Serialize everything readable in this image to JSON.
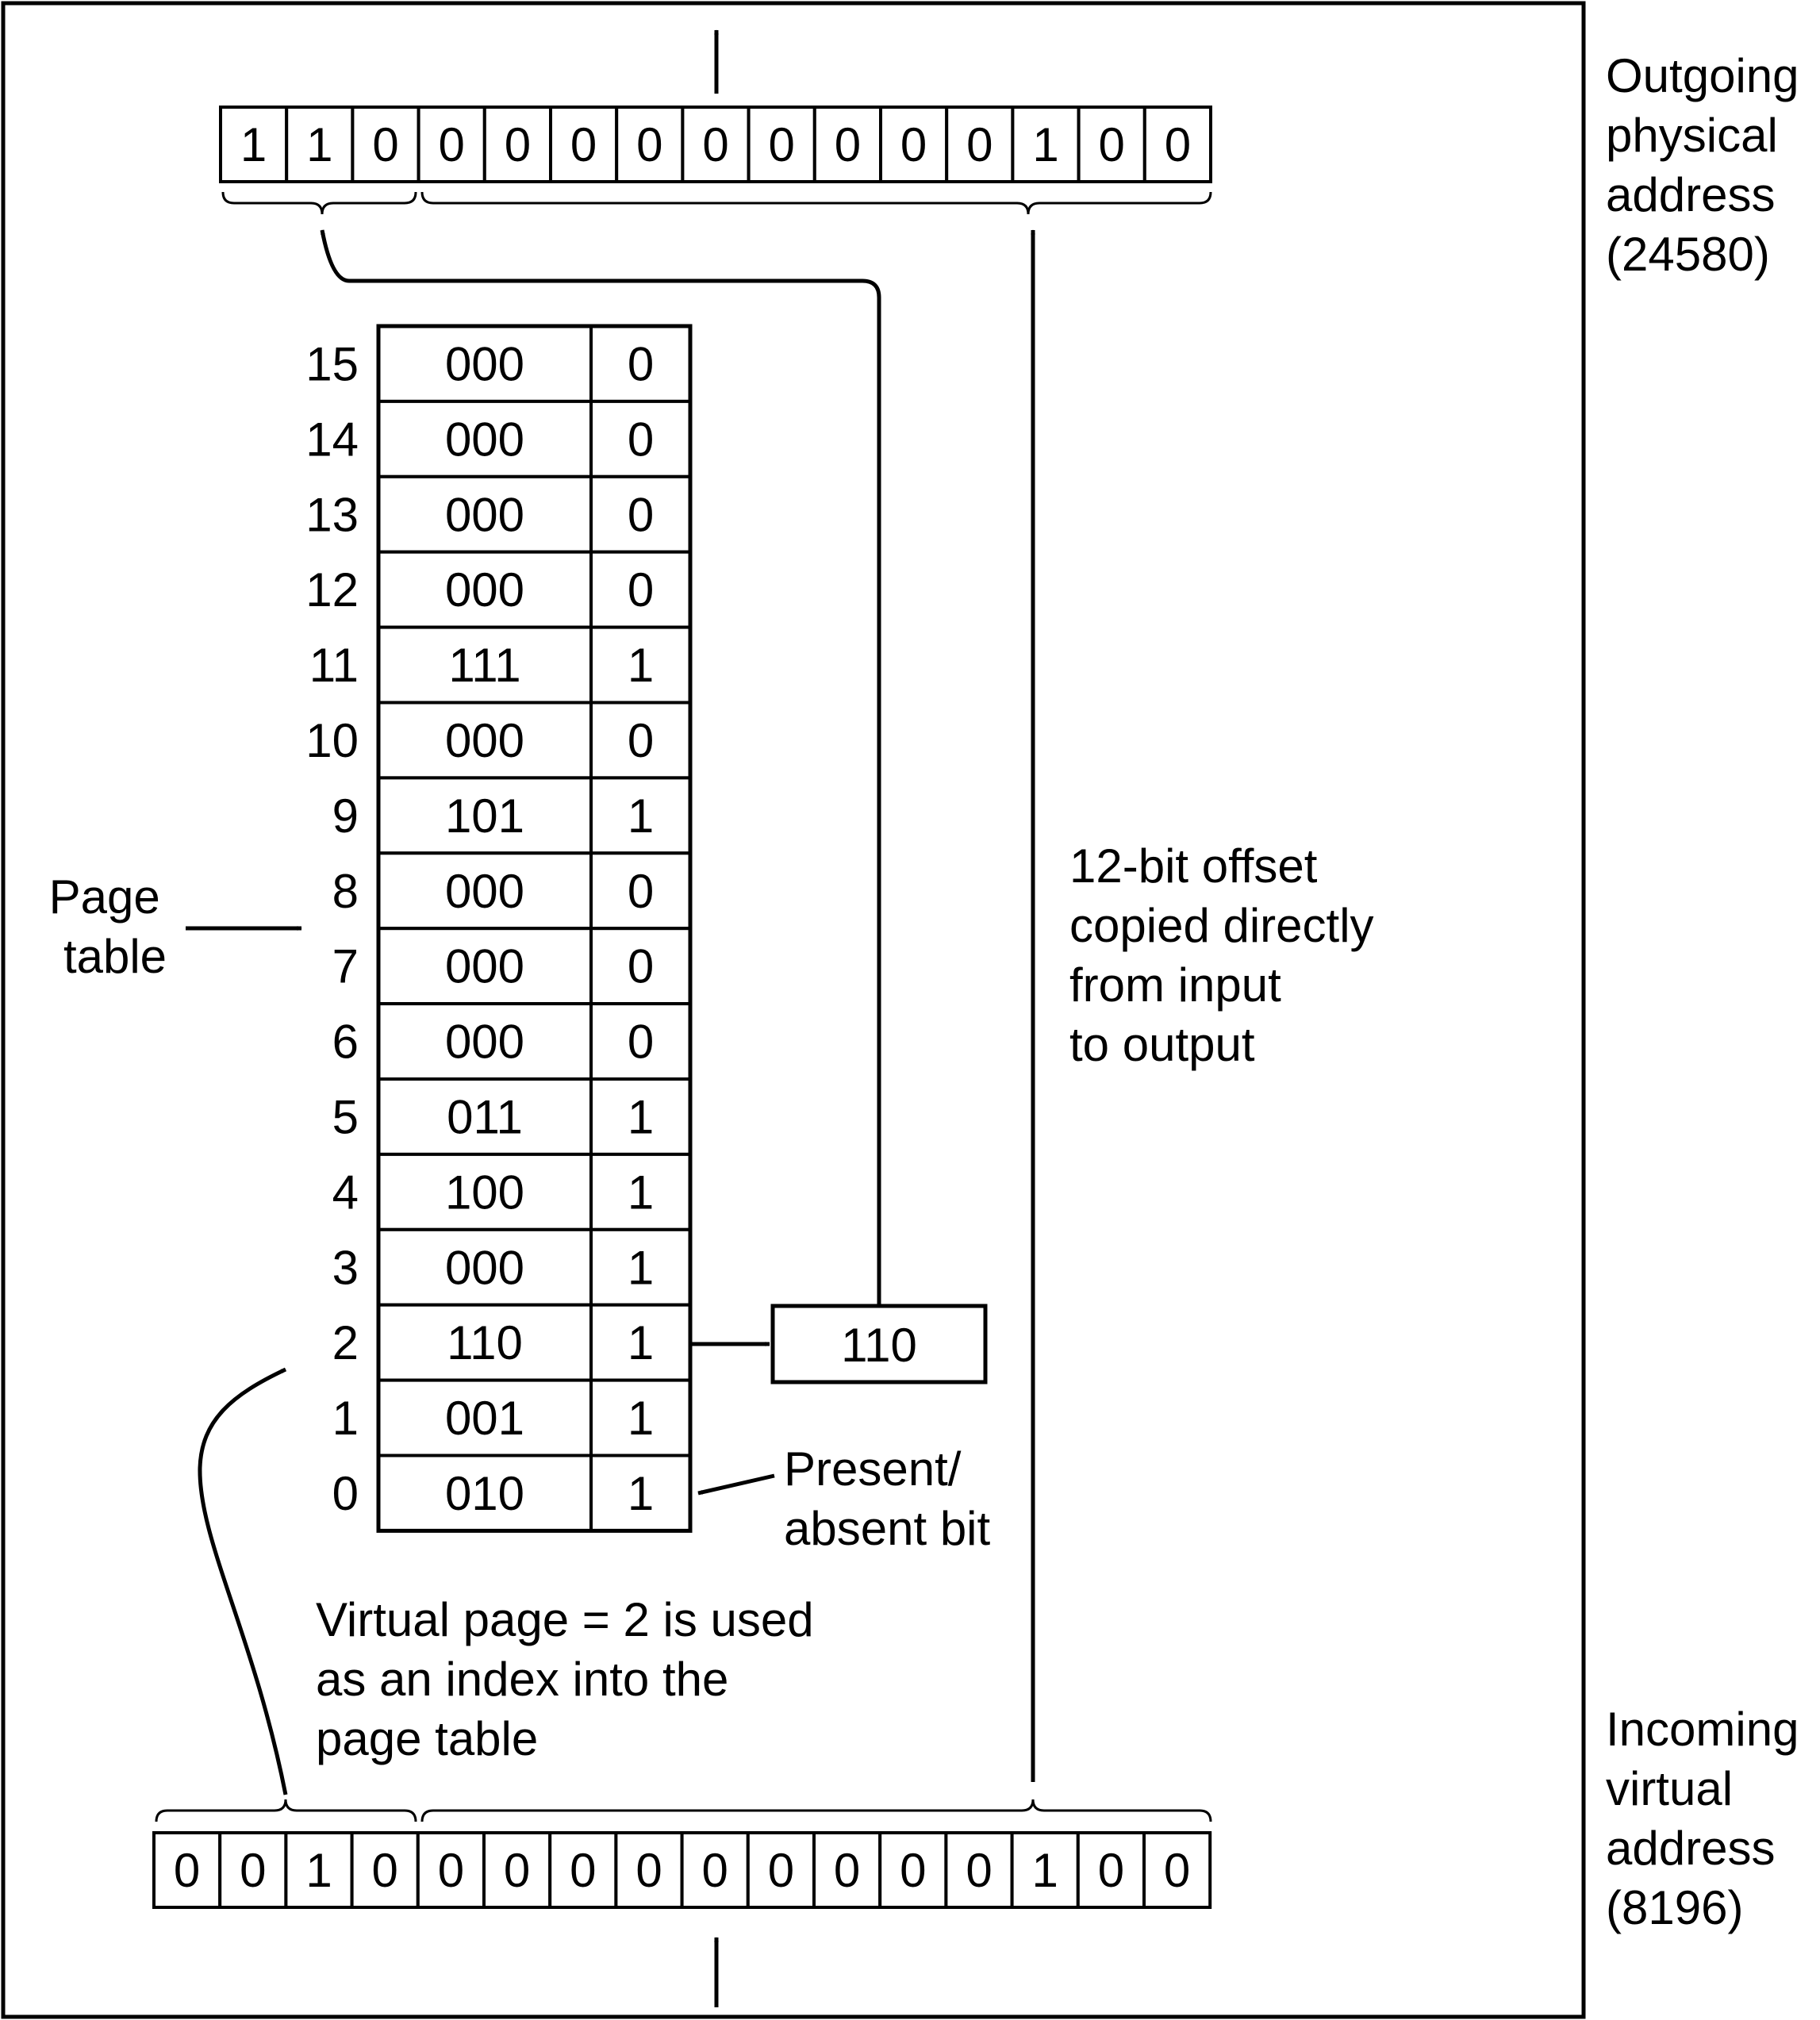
{
  "outgoing": {
    "label_lines": [
      "Outgoing",
      "physical",
      "address",
      "(24580)"
    ],
    "bits": [
      "1",
      "1",
      "0",
      "0",
      "0",
      "0",
      "0",
      "0",
      "0",
      "0",
      "0",
      "0",
      "1",
      "0",
      "0"
    ]
  },
  "incoming": {
    "label_lines": [
      "Incoming",
      "virtual",
      "address",
      "(8196)"
    ],
    "bits": [
      "0",
      "0",
      "1",
      "0",
      "0",
      "0",
      "0",
      "0",
      "0",
      "0",
      "0",
      "0",
      "0",
      "1",
      "0",
      "0"
    ]
  },
  "page_table": {
    "label_lines": [
      "Page",
      "table"
    ],
    "rows": [
      {
        "index": "15",
        "frame": "000",
        "present": "0"
      },
      {
        "index": "14",
        "frame": "000",
        "present": "0"
      },
      {
        "index": "13",
        "frame": "000",
        "present": "0"
      },
      {
        "index": "12",
        "frame": "000",
        "present": "0"
      },
      {
        "index": "11",
        "frame": "111",
        "present": "1"
      },
      {
        "index": "10",
        "frame": "000",
        "present": "0"
      },
      {
        "index": "9",
        "frame": "101",
        "present": "1"
      },
      {
        "index": "8",
        "frame": "000",
        "present": "0"
      },
      {
        "index": "7",
        "frame": "000",
        "present": "0"
      },
      {
        "index": "6",
        "frame": "000",
        "present": "0"
      },
      {
        "index": "5",
        "frame": "011",
        "present": "1"
      },
      {
        "index": "4",
        "frame": "100",
        "present": "1"
      },
      {
        "index": "3",
        "frame": "000",
        "present": "1"
      },
      {
        "index": "2",
        "frame": "110",
        "present": "1"
      },
      {
        "index": "1",
        "frame": "001",
        "present": "1"
      },
      {
        "index": "0",
        "frame": "010",
        "present": "1"
      }
    ]
  },
  "result_box": "110",
  "offset_note_lines": [
    "12-bit offset",
    "copied directly",
    "from input",
    "to output"
  ],
  "present_note_lines": [
    "Present/",
    "absent bit"
  ],
  "index_note_lines": [
    "Virtual page = 2 is used",
    "as an index into the",
    "page table"
  ]
}
